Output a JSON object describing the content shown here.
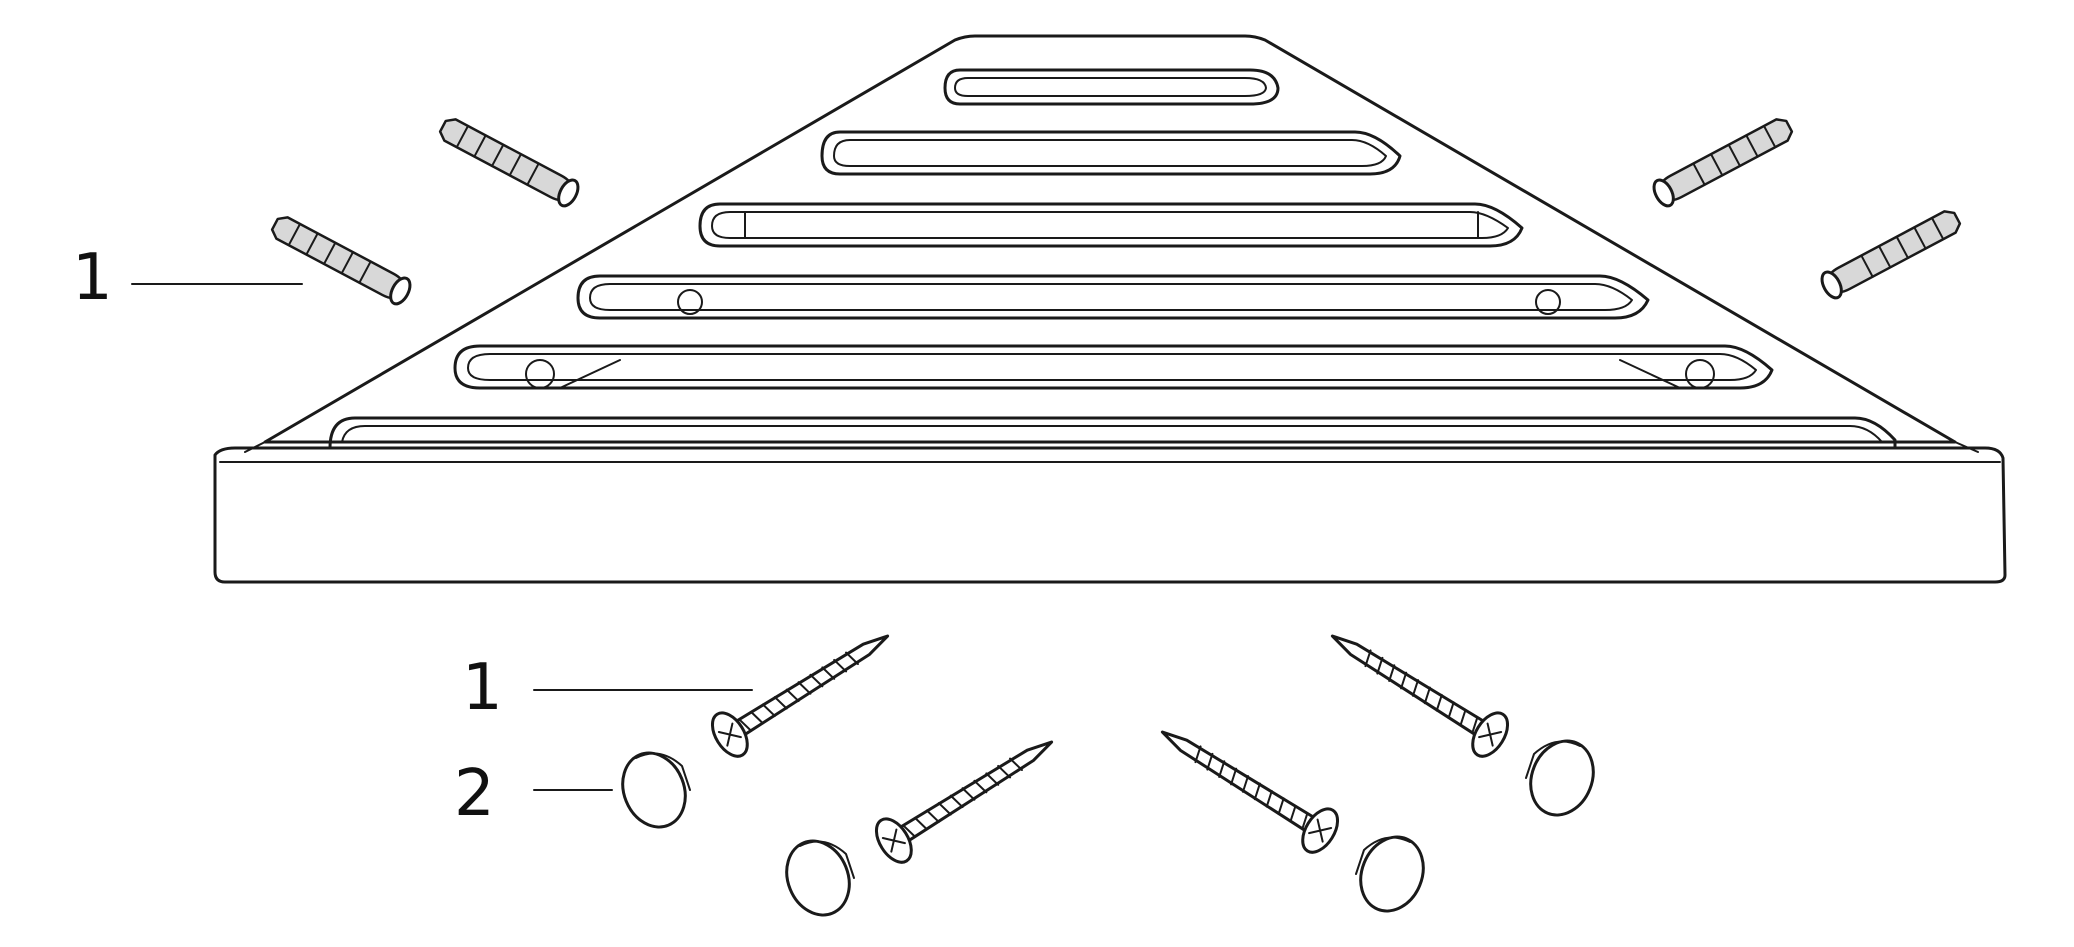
{
  "callouts": [
    {
      "id": "1a",
      "label": "1"
    },
    {
      "id": "1b",
      "label": "1"
    },
    {
      "id": "2",
      "label": "2"
    }
  ],
  "colors": {
    "line": "#1a1a1a",
    "background": "#ffffff",
    "fill_plug": "#d8d8d8"
  }
}
